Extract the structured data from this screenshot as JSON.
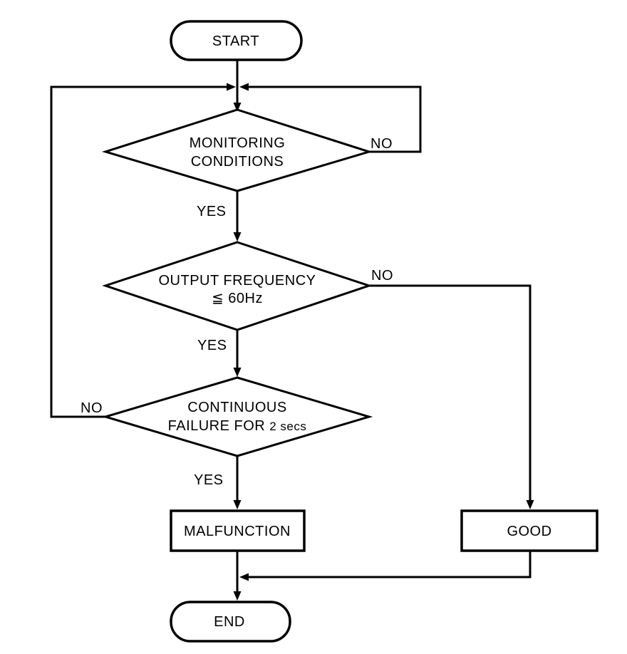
{
  "flowchart": {
    "colors": {
      "background": "#ffffff",
      "line": "#000000",
      "text": "#000000"
    },
    "nodes": {
      "start": {
        "type": "terminator",
        "label": "START"
      },
      "monitoring_conditions": {
        "type": "decision",
        "label_line1": "MONITORING",
        "label_line2": "CONDITIONS"
      },
      "output_frequency": {
        "type": "decision",
        "label_line1": "OUTPUT FREQUENCY",
        "label_line2": "≦ 60Hz"
      },
      "continuous_failure": {
        "type": "decision",
        "label_line1": "CONTINUOUS",
        "label_line2_main": "FAILURE FOR",
        "label_line2_small": "2 secs"
      },
      "malfunction": {
        "type": "process",
        "label": "MALFUNCTION"
      },
      "good": {
        "type": "process",
        "label": "GOOD"
      },
      "end": {
        "type": "terminator",
        "label": "END"
      }
    },
    "branch_labels": {
      "monitoring_no": "NO",
      "monitoring_yes": "YES",
      "frequency_no": "NO",
      "frequency_yes": "YES",
      "continuous_no": "NO",
      "continuous_yes": "YES"
    }
  }
}
